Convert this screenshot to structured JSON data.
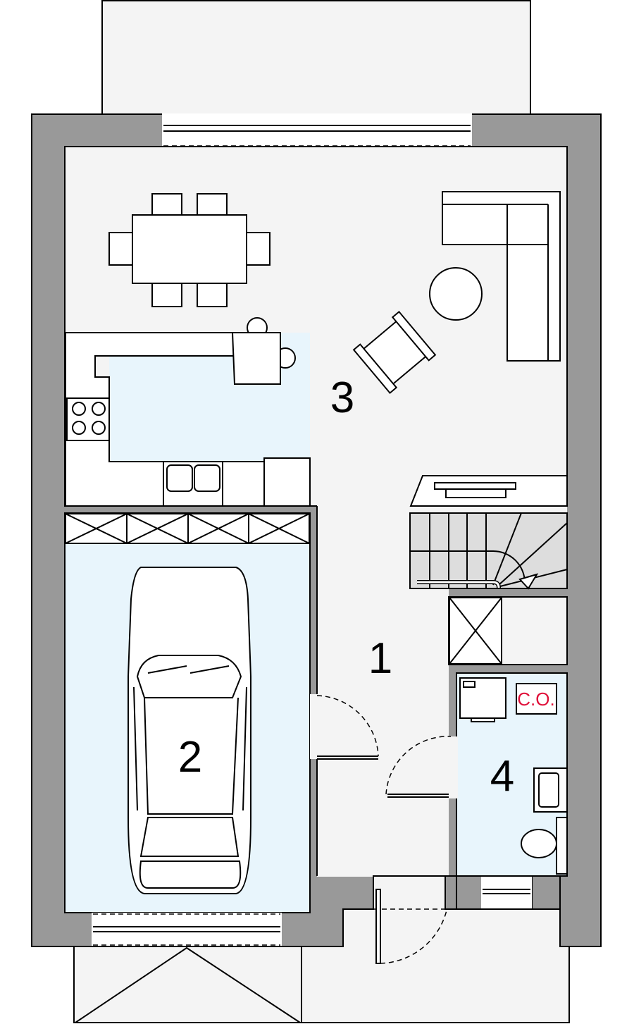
{
  "rooms": {
    "hall": {
      "number": "1"
    },
    "garage": {
      "number": "2"
    },
    "living": {
      "number": "3"
    },
    "utility": {
      "number": "4"
    }
  },
  "boiler_label": "C.O.",
  "colors": {
    "wall": "#999999",
    "floor": "#f4f4f4",
    "wet_area": "#e8f5fc",
    "stairs": "#dddddd",
    "boiler_label": "#e0103a"
  }
}
